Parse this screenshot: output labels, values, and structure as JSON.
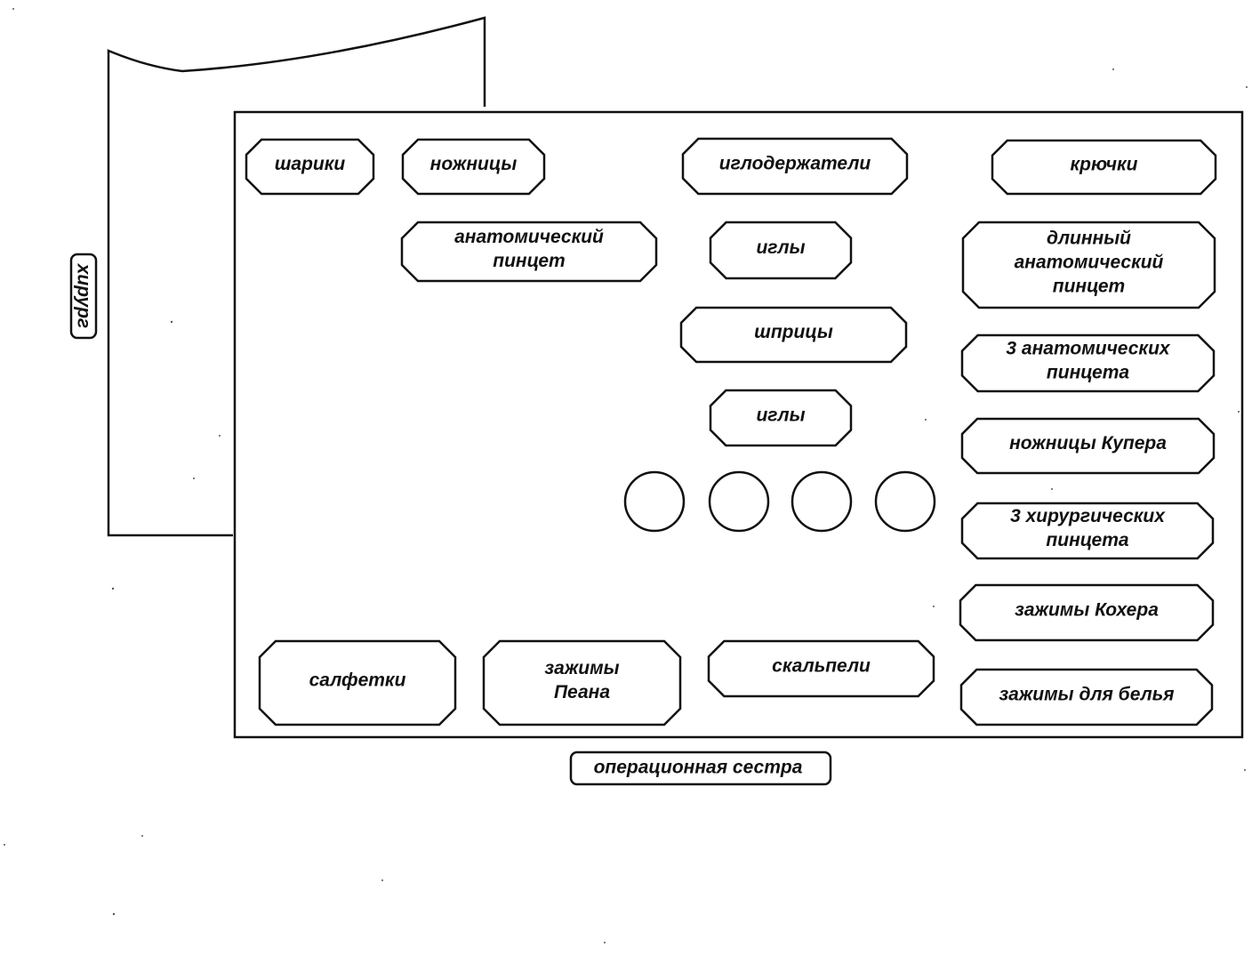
{
  "surgeon_label": "хирург",
  "nurse_label": "операционная сестра",
  "instruments": [
    {
      "id": "shariki",
      "lines": [
        "шарики"
      ]
    },
    {
      "id": "nozhnitsy",
      "lines": [
        "ножницы"
      ]
    },
    {
      "id": "iglodergateli",
      "lines": [
        "иглодержатели"
      ]
    },
    {
      "id": "kryuchki",
      "lines": [
        "крючки"
      ]
    },
    {
      "id": "anat-pincet",
      "lines": [
        "анатомический",
        "пинцет"
      ]
    },
    {
      "id": "igly-1",
      "lines": [
        "иглы"
      ]
    },
    {
      "id": "dlinny-pincet",
      "lines": [
        "длинный",
        "анатомический",
        "пинцет"
      ]
    },
    {
      "id": "shpritsy",
      "lines": [
        "шприцы"
      ]
    },
    {
      "id": "three-anat",
      "lines": [
        "3 анатомических",
        "пинцета"
      ]
    },
    {
      "id": "igly-2",
      "lines": [
        "иглы"
      ]
    },
    {
      "id": "kuper",
      "lines": [
        "ножницы Купера"
      ]
    },
    {
      "id": "three-hir",
      "lines": [
        "3 хирургических",
        "пинцета"
      ]
    },
    {
      "id": "kocher",
      "lines": [
        "зажимы Кохера"
      ]
    },
    {
      "id": "salfetki",
      "lines": [
        "салфетки"
      ]
    },
    {
      "id": "pean",
      "lines": [
        "зажимы",
        "Пеана"
      ]
    },
    {
      "id": "skalpeli",
      "lines": [
        "скальпели"
      ]
    },
    {
      "id": "belye",
      "lines": [
        "зажимы для белья"
      ]
    }
  ],
  "circle_count": 4
}
